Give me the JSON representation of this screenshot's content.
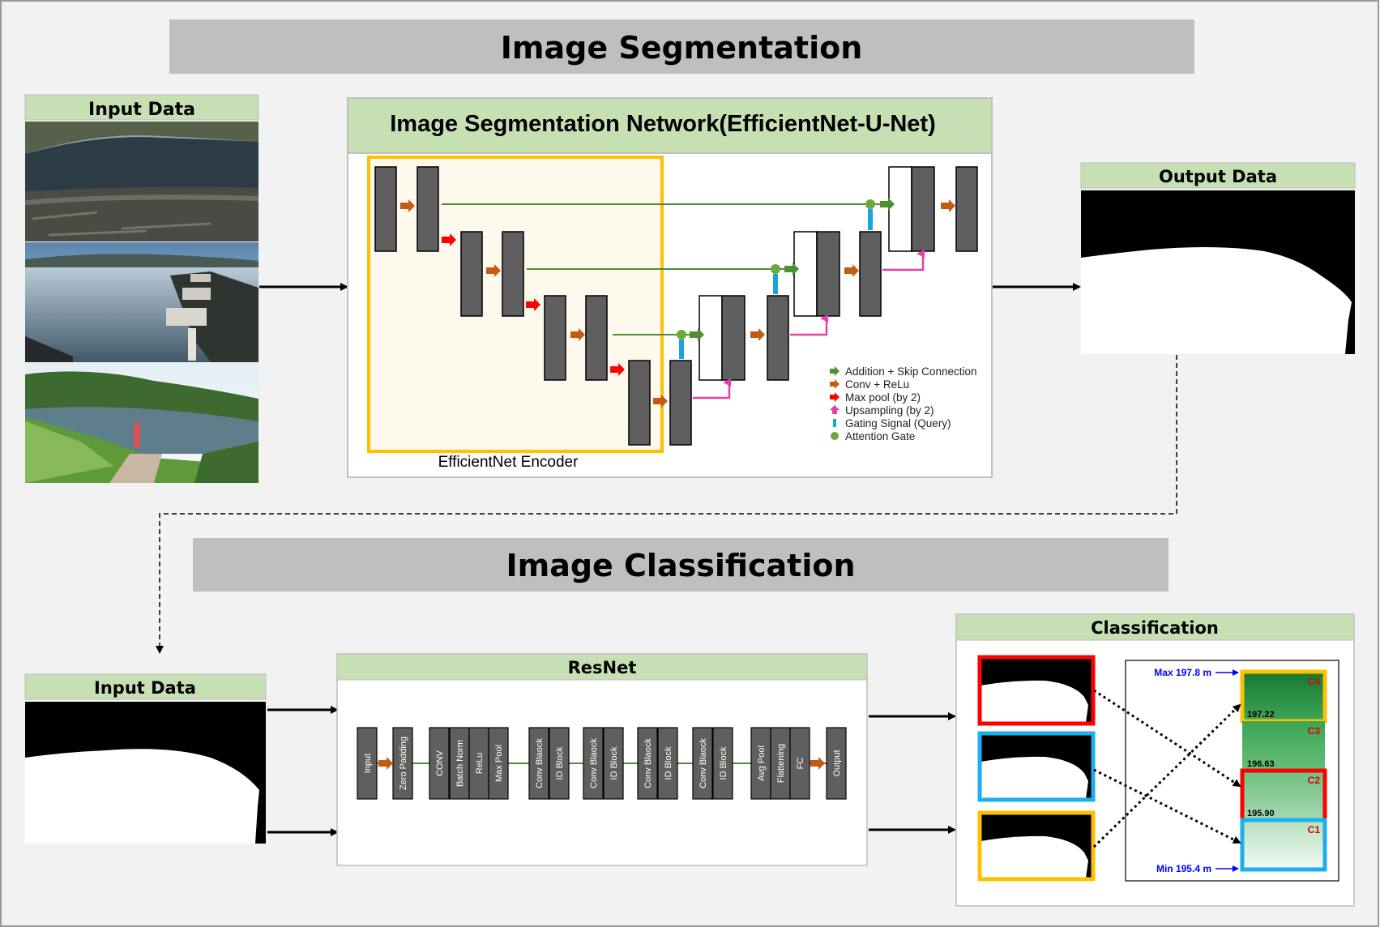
{
  "segmentation": {
    "section_title": "Image Segmentation",
    "input_label": "Input Data",
    "network_title": "Image Segmentation Network(EfficientNet-U-Net)",
    "encoder_label": "EfficientNet Encoder",
    "output_label": "Output Data",
    "legend": [
      {
        "label": "Addition + Skip Connection",
        "color": "#4e8f2f",
        "icon": "right-arrow-icon"
      },
      {
        "label": "Conv + ReLu",
        "color": "#c55a11",
        "icon": "right-arrow-icon"
      },
      {
        "label": "Max pool (by 2)",
        "color": "#ff0000",
        "icon": "right-arrow-icon"
      },
      {
        "label": "Upsampling (by 2)",
        "color": "#e83ea8",
        "icon": "up-arrow-icon"
      },
      {
        "label": "Gating Signal (Query)",
        "color": "#1aa3e0",
        "icon": "bar-icon"
      },
      {
        "label": "Attention Gate",
        "color": "#6aaa3a",
        "icon": "gate-icon"
      }
    ]
  },
  "classification": {
    "section_title": "Image Classification",
    "input_label": "Input Data",
    "resnet_title": "ResNet",
    "result_title": "Classification",
    "layers": [
      "Input",
      "Zero Padding",
      "CONV",
      "Batch Norm",
      "ReLu",
      "Max Pool",
      "Conv Blaock",
      "ID Block",
      "Conv Blaock",
      "ID Block",
      "Conv Blaock",
      "ID Block",
      "Conv Blaock",
      "ID Block",
      "Avg Pool",
      "Flattening",
      "FC",
      "Output"
    ],
    "max_label": "Max 197.8 m",
    "min_label": "Min 195.4 m",
    "classes": [
      {
        "name": "C4",
        "value": "197.22",
        "frame": "#ffc000"
      },
      {
        "name": "C3",
        "value": "196.63",
        "frame": ""
      },
      {
        "name": "C2",
        "value": "195.90",
        "frame": "#ff0000"
      },
      {
        "name": "C1",
        "value": "",
        "frame": "#1ab0ef"
      }
    ],
    "thumb_frames": [
      "#ff0000",
      "#1ab0ef",
      "#ffc000"
    ]
  },
  "colors": {
    "banner": "#bfbfbf",
    "header": "#c6e0b4",
    "encoder_frame": "#ffc000",
    "block": "#5f5f5f",
    "arrow_blue": "#0000ff"
  }
}
